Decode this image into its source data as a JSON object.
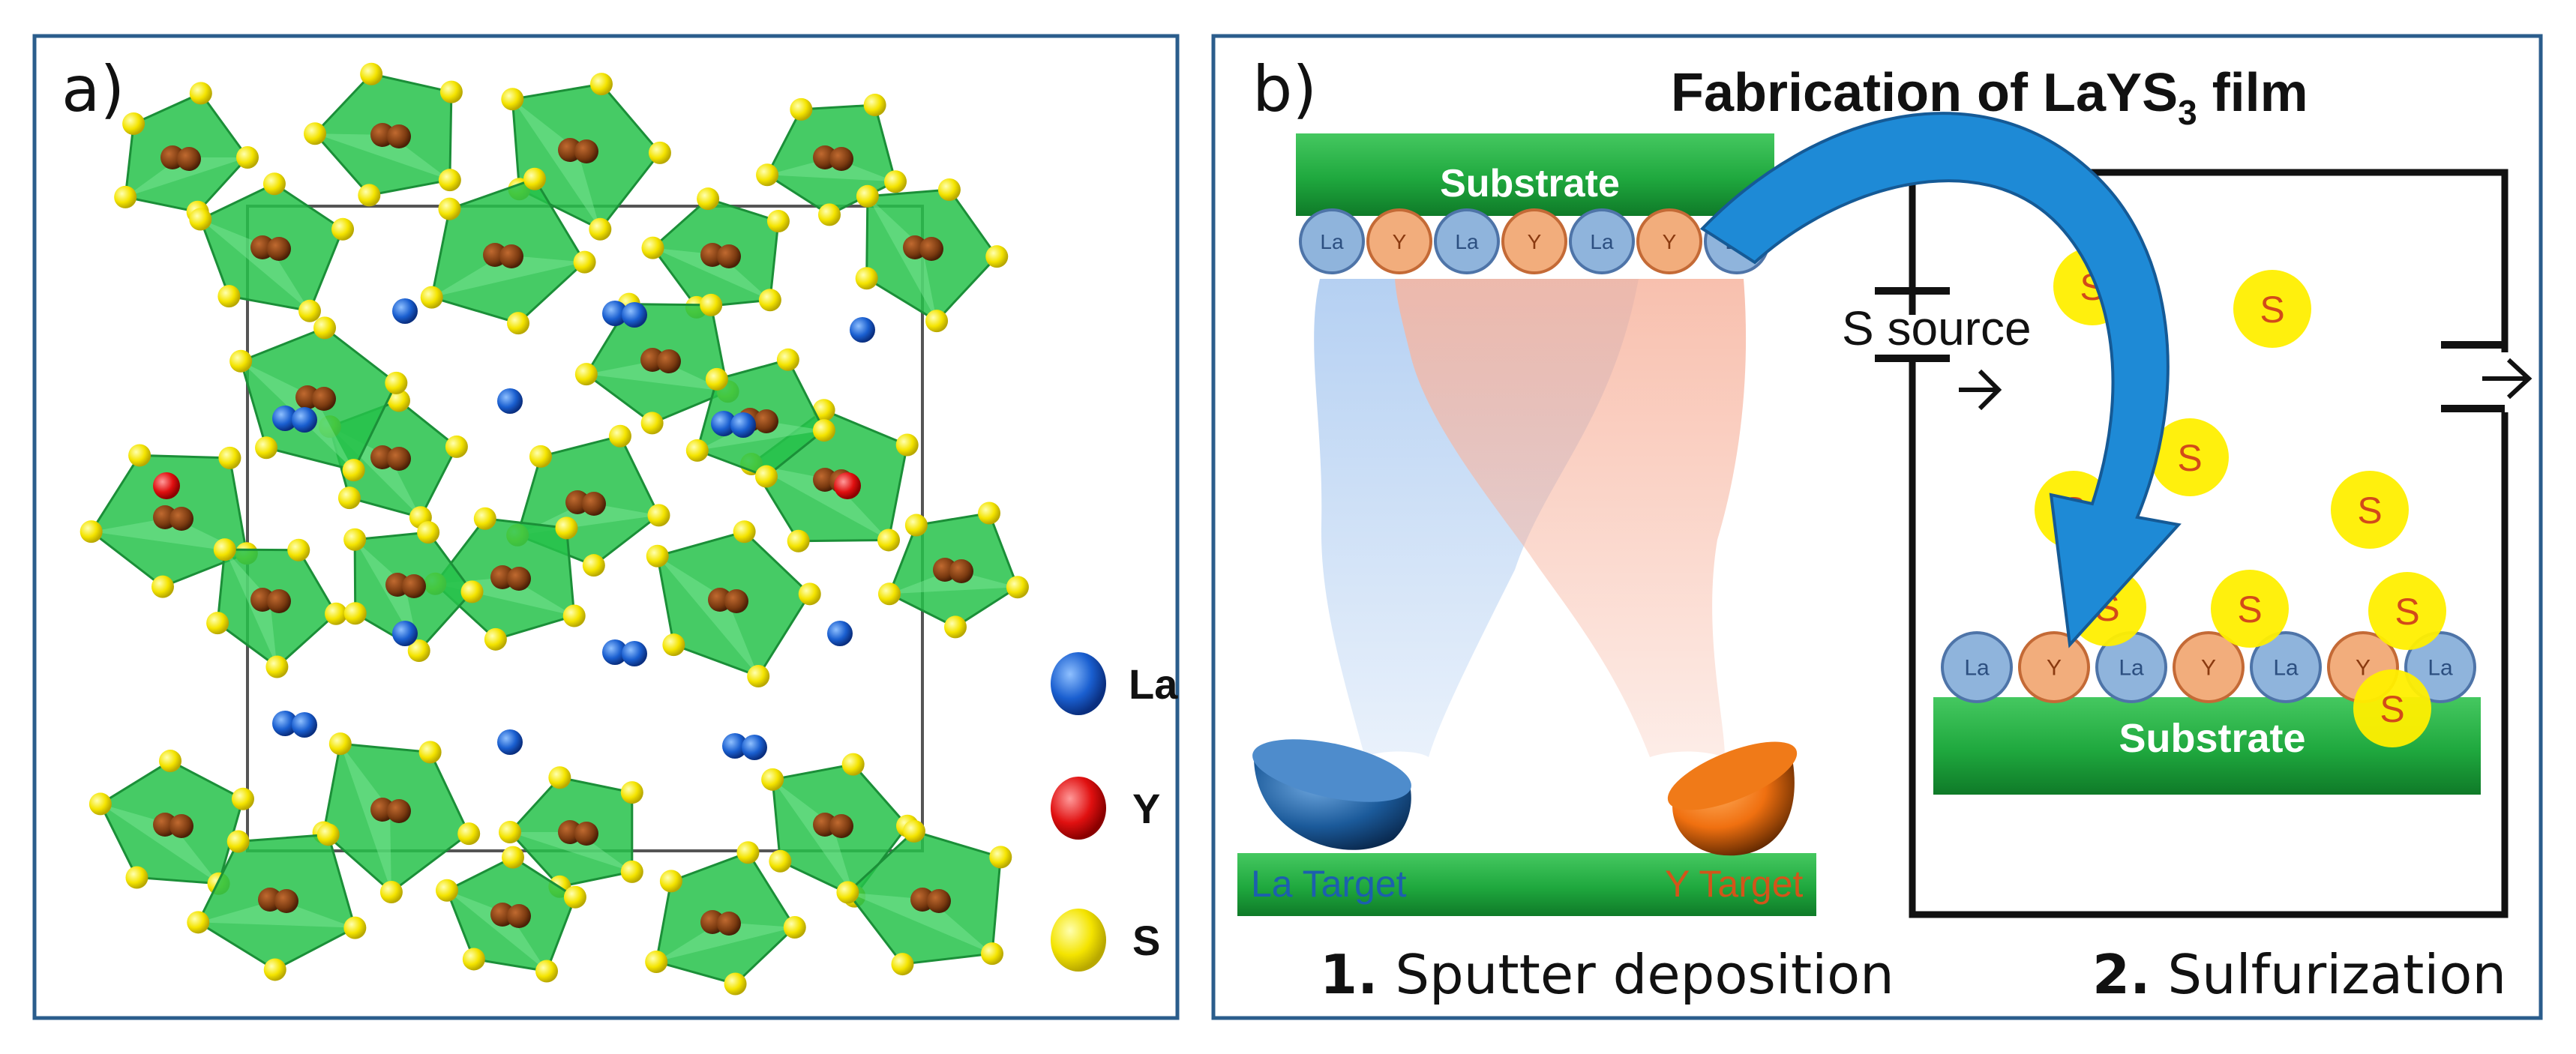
{
  "panel_a": {
    "label": "a)",
    "legend": [
      {
        "symbol": "La",
        "color": "#1a5fd0"
      },
      {
        "symbol": "Y",
        "color": "#e01010"
      },
      {
        "symbol": "S",
        "color": "#f4e400"
      }
    ]
  },
  "panel_b": {
    "label": "b)",
    "title_main": "Fabrication of LaYS",
    "title_sub": "3",
    "title_end": " film",
    "substrate_top": "Substrate",
    "substrate_bottom": "Substrate",
    "atoms_top": [
      "La",
      "Y",
      "La",
      "Y",
      "La",
      "Y",
      "La"
    ],
    "atoms_bottom": [
      "La",
      "Y",
      "La",
      "Y",
      "La",
      "Y",
      "La"
    ],
    "target_la": "La Target",
    "target_y": "Y Target",
    "s_source": "S source",
    "s_atom": "S",
    "step1_num": "1.",
    "step1_text": " Sputter deposition",
    "step2_num": "2.",
    "step2_text": " Sulfurization"
  },
  "colors": {
    "la_atom": "#8fb4dc",
    "y_atom": "#f2ad7c",
    "polyhedron": "#26c24a",
    "substrate": "#1fa83e",
    "arrow": "#1e8ad6",
    "frame": "#2b5d8c"
  }
}
